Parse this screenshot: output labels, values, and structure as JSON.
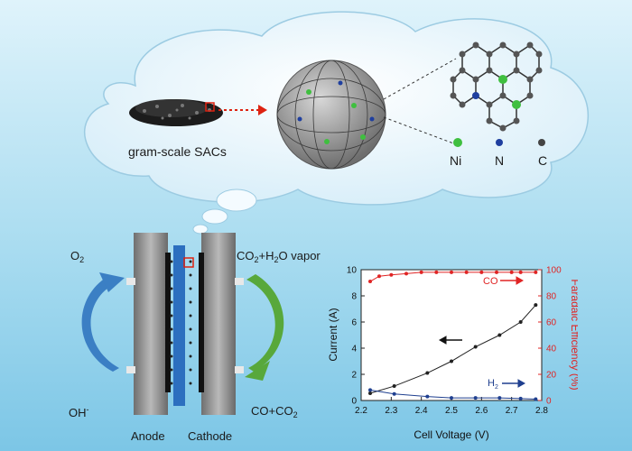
{
  "top_panel": {
    "catalyst_label": "gram-scale SACs",
    "legend": [
      {
        "label": "Ni",
        "color": "#3fbf3f"
      },
      {
        "label": "N",
        "color": "#1f3f9f"
      },
      {
        "label": "C",
        "color": "#444444"
      }
    ]
  },
  "cell": {
    "o2": "O",
    "o2_sub": "2",
    "oh": "OH",
    "oh_sup": "-",
    "anode": "Anode",
    "cathode": "Cathode",
    "feed_1": "CO",
    "feed_sub": "2",
    "feed_2": "+H",
    "feed_sub2": "2",
    "feed_3": "O vapor",
    "product_1": "CO+CO",
    "product_sub": "2"
  },
  "chart_data": {
    "type": "line",
    "xlabel": "Cell Voltage (V)",
    "ylabel": "Current (A)",
    "y2label": "Faradaic Efficiency (%)",
    "xlim": [
      2.2,
      2.8
    ],
    "ylim": [
      0,
      10
    ],
    "y2lim": [
      0,
      100
    ],
    "xticks": [
      "2.2",
      "2.3",
      "2.4",
      "2.5",
      "2.6",
      "2.7",
      "2.8"
    ],
    "yticks": [
      "0",
      "2",
      "4",
      "6",
      "8",
      "10"
    ],
    "y2ticks": [
      "0",
      "20",
      "40",
      "60",
      "80",
      "100"
    ],
    "series": [
      {
        "name": "",
        "axis": "left",
        "color": "#222222",
        "x": [
          2.23,
          2.31,
          2.42,
          2.5,
          2.58,
          2.66,
          2.73,
          2.78
        ],
        "y": [
          0.55,
          1.1,
          2.1,
          3.0,
          4.1,
          5.0,
          6.0,
          7.3
        ]
      },
      {
        "name": "CO",
        "axis": "right",
        "color": "#e02424",
        "x": [
          2.23,
          2.26,
          2.3,
          2.35,
          2.4,
          2.45,
          2.5,
          2.55,
          2.6,
          2.65,
          2.7,
          2.73,
          2.78
        ],
        "y": [
          91,
          95,
          96,
          97,
          98,
          98,
          98,
          98,
          98,
          98,
          98,
          98,
          98
        ]
      },
      {
        "name": "H2",
        "axis": "right",
        "color": "#1f3f8f",
        "x": [
          2.23,
          2.31,
          2.42,
          2.5,
          2.58,
          2.66,
          2.73,
          2.78
        ],
        "y": [
          8,
          5,
          3,
          2,
          2,
          2,
          1.5,
          1
        ]
      }
    ],
    "annotations": {
      "co_label": "CO",
      "h2_label": "H",
      "h2_sub": "2"
    }
  }
}
